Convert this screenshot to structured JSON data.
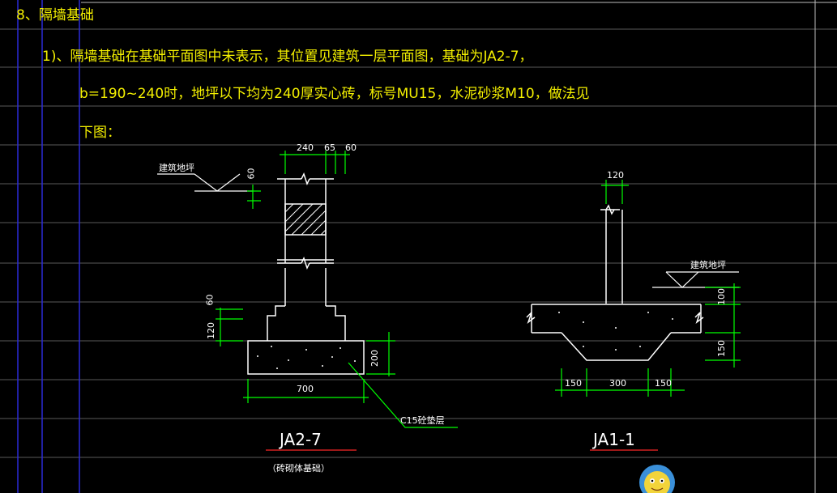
{
  "doc": {
    "heading": "8、隔墙基础",
    "para1": "1)、隔墙基础在基础平面图中未表示，其位置见建筑一层平面图，基础为JA2-7，",
    "para2": "b=190~240时，地坪以下均为240厚实心砖，标号MU15，水泥砂浆M10，做法见",
    "para3": "下图："
  },
  "left_detail": {
    "label_floor": "建筑地坪",
    "dim_240": "240",
    "dim_65": "65",
    "dim_60_top": "60",
    "dim_60_side": "60",
    "dim_60_lower": "60",
    "dim_120": "120",
    "dim_200": "200",
    "dim_700": "700",
    "leader_label": "C15砼垫层",
    "title": "JA2-7",
    "subtitle": "（砖砌体基础）"
  },
  "right_detail": {
    "label_floor": "建筑地坪",
    "dim_120": "120",
    "dim_100": "100",
    "dim_150_side": "150",
    "dim_150_left": "150",
    "dim_300": "300",
    "dim_150_right": "150",
    "title": "JA1-1"
  },
  "colors": {
    "background": "#000000",
    "text_yellow": "#f4f000",
    "line_white": "#ffffff",
    "dim_green": "#00ff00",
    "grid_gray": "#5a5a5a",
    "guide_blue": "#2a2ad8",
    "title_underline_red": "#d02020"
  },
  "icons": {
    "mascot": "mascot-avatar-icon"
  }
}
